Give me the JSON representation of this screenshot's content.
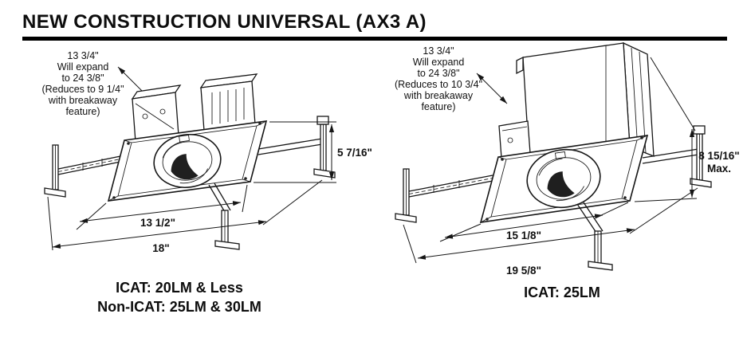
{
  "title": "NEW CONSTRUCTION UNIVERSAL (AX3 A)",
  "left_figure": {
    "note": {
      "line1": "13 3/4\"",
      "line2": "Will expand",
      "line3": "to 24 3/8\"",
      "line4": "(Reduces to 9 1/4\"",
      "line5": "with breakaway",
      "line6": "feature)"
    },
    "dims": {
      "height": "5 7/16\"",
      "inner_width": "13 1/2\"",
      "outer_width": "18\""
    },
    "caption": {
      "line1": "ICAT: 20LM & Less",
      "line2": "Non-ICAT: 25LM & 30LM"
    }
  },
  "right_figure": {
    "note": {
      "line1": "13 3/4\"",
      "line2": "Will expand",
      "line3": "to 24 3/8\"",
      "line4": "(Reduces to 10 3/4\"",
      "line5": "with breakaway",
      "line6": "feature)"
    },
    "dims": {
      "height_line1": "8 15/16\"",
      "height_line2": "Max.",
      "inner_width": "15 1/8\"",
      "outer_width": "19 5/8\""
    },
    "caption": {
      "line1": "ICAT: 25LM"
    }
  }
}
